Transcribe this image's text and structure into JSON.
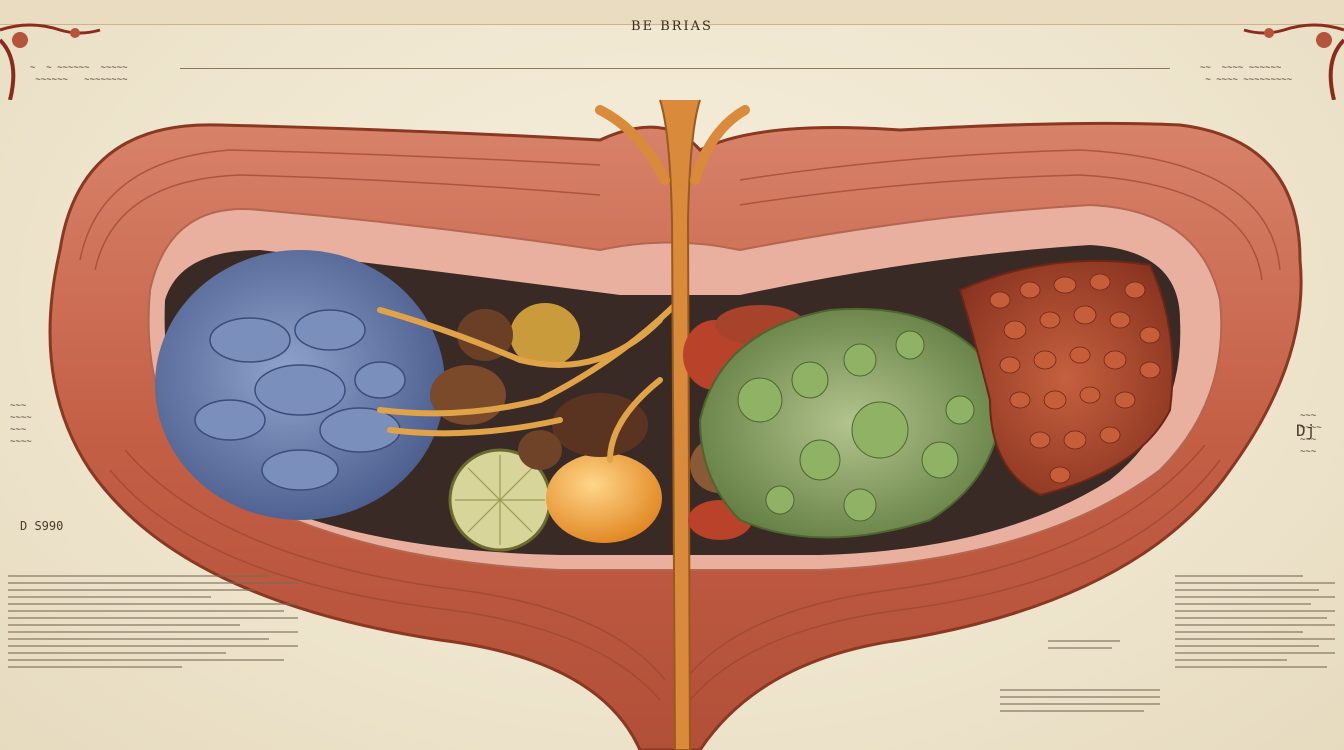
{
  "illustration": {
    "title": "BE BRIAS",
    "subject": "cross-section-anatomy-illustration",
    "side_note_left": "D S990",
    "side_note_right": "Dj"
  },
  "palette": {
    "parchment": "#efe6cf",
    "muscle": "#c9664a",
    "muscle_light": "#e7a58f",
    "blue_tissue": "#5b6f9e",
    "green_tissue": "#7d9a5a",
    "red_tissue": "#a8462e",
    "orange_nerve": "#d98a3a"
  },
  "text_blocks": {
    "left_lines": 14,
    "right_lines": 14
  }
}
